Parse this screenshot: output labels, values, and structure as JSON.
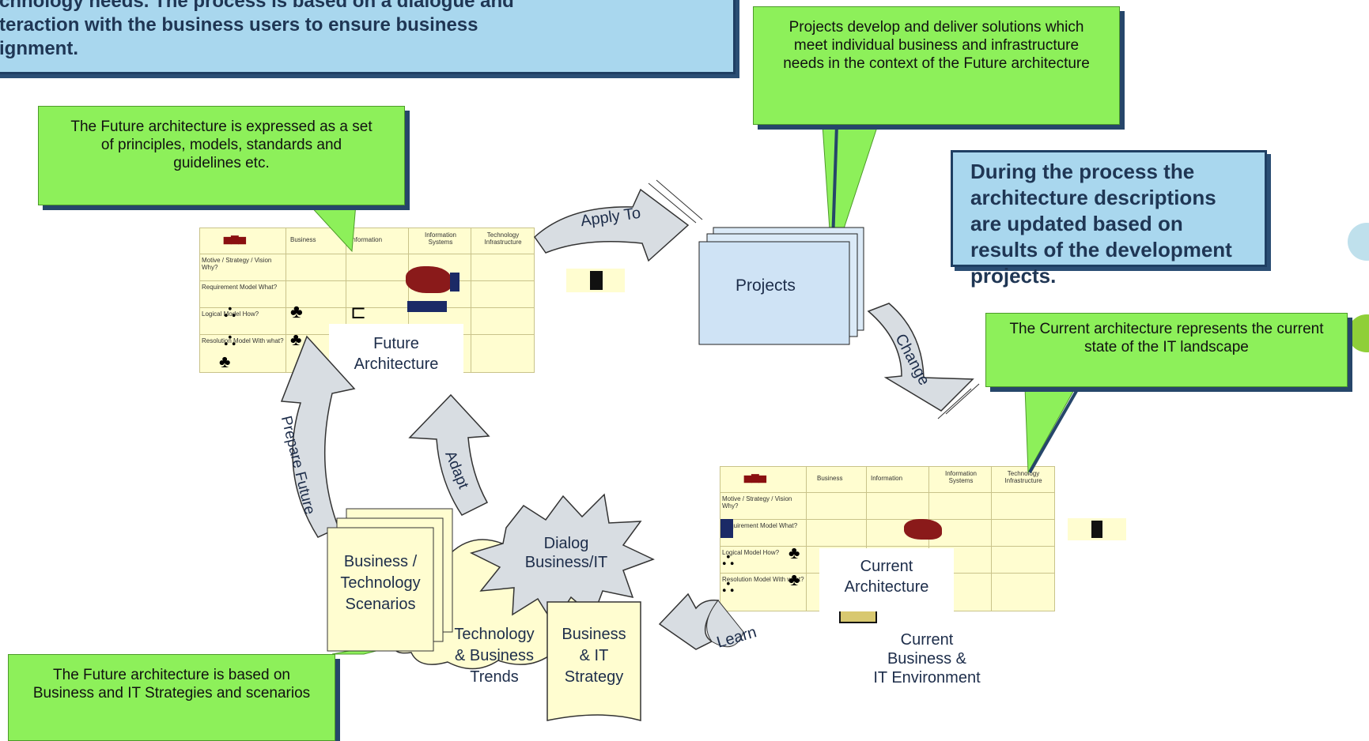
{
  "header_box": {
    "lines": [
      "chnology needs. The process is based on a dialogue and",
      "teraction with the business users to ensure business",
      "ignment."
    ]
  },
  "callouts": {
    "future_desc": "The Future architecture is expressed as a set of principles, models, standards and guidelines etc.",
    "projects_desc": "Projects develop and deliver solutions which meet individual business and infrastructure needs in the context of the Future architecture",
    "current_desc": "The Current architecture represents the current state of the IT landscape",
    "strategies_desc": "The Future architecture is based on Business and IT Strategies and scenarios"
  },
  "update_note": "During the process the architecture descriptions are updated based on results of the development projects.",
  "future_architecture": {
    "label_line1": "Future",
    "label_line2": "Architecture",
    "header_cols": [
      "Business",
      "Information",
      "Information Systems",
      "Technology Infrastructure"
    ],
    "row_labels": [
      "Motive / Strategy / Vision Why?",
      "Requirement Model What?",
      "Logical Model How?",
      "Resolution Model With what?"
    ]
  },
  "current_architecture": {
    "label_line1": "Current",
    "label_line2": "Architecture",
    "header_cols": [
      "Business",
      "Information",
      "Information Systems",
      "Technology Infrastructure"
    ],
    "row_labels": [
      "Motive / Strategy / Vision Why?",
      "Requirement Model What?",
      "Logical Model How?",
      "Resolution Model With what?"
    ]
  },
  "projects_label": "Projects",
  "arrows": {
    "apply_to": "Apply To",
    "change": "Change",
    "learn": "Learn",
    "prepare_future": "Prepare Future",
    "adapt": "Adapt"
  },
  "dialog": {
    "line1": "Dialog",
    "line2": "Business/IT"
  },
  "scenarios": [
    "Business /",
    "Technology",
    "Scenarios"
  ],
  "trends": [
    "Technology",
    "& Business",
    "Trends"
  ],
  "strategy": [
    "Business",
    "& IT",
    "Strategy"
  ],
  "environment": [
    "Current",
    "Business &",
    "IT Environment"
  ],
  "colors": {
    "callout_green": "#8df05a",
    "box_blue": "#a9d7ee",
    "grid_yellow": "#fffdd0",
    "arrow_gray": "#d8dde2",
    "shadow_navy": "#26466a"
  }
}
